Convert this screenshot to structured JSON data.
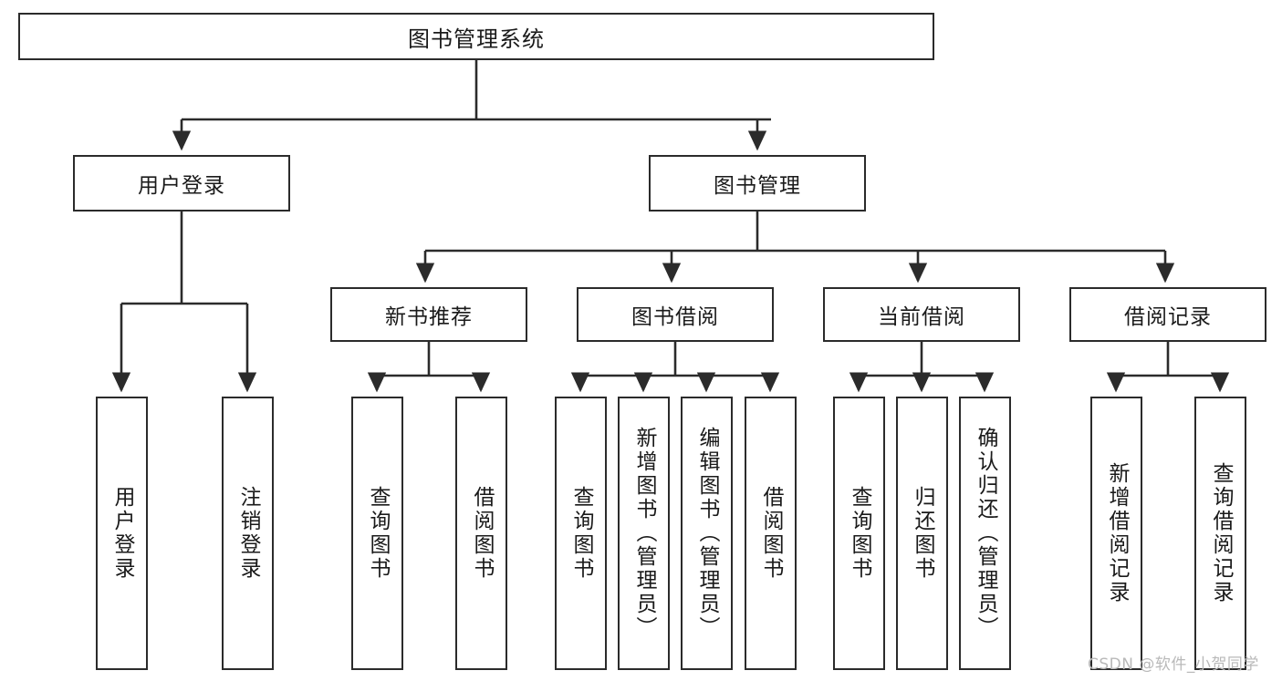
{
  "diagram": {
    "title": "图书管理系统",
    "type": "tree-hierarchy",
    "root": {
      "label": "图书管理系统"
    },
    "level2": [
      {
        "label": "用户登录"
      },
      {
        "label": "图书管理"
      }
    ],
    "level3": [
      {
        "label": "新书推荐"
      },
      {
        "label": "图书借阅"
      },
      {
        "label": "当前借阅"
      },
      {
        "label": "借阅记录"
      }
    ],
    "leaves": {
      "user_login": [
        {
          "label": "用户登录"
        },
        {
          "label": "注销登录"
        }
      ],
      "new_book_recommend": [
        {
          "label": "查询图书"
        },
        {
          "label": "借阅图书"
        }
      ],
      "book_borrow": [
        {
          "label": "查询图书"
        },
        {
          "label": "新增图书（管理员）"
        },
        {
          "label": "编辑图书（管理员）"
        },
        {
          "label": "借阅图书"
        }
      ],
      "current_borrow": [
        {
          "label": "查询图书"
        },
        {
          "label": "归还图书"
        },
        {
          "label": "确认归还（管理员）"
        }
      ],
      "borrow_record": [
        {
          "label": "新增借阅记录"
        },
        {
          "label": "查询借阅记录"
        }
      ]
    }
  },
  "watermark": {
    "text": "CSDN @软件_小贺同学"
  },
  "colors": {
    "border": "#2b2b2b",
    "text": "#1a1a1a",
    "background": "#ffffff",
    "watermark": "#b9b9b9"
  }
}
